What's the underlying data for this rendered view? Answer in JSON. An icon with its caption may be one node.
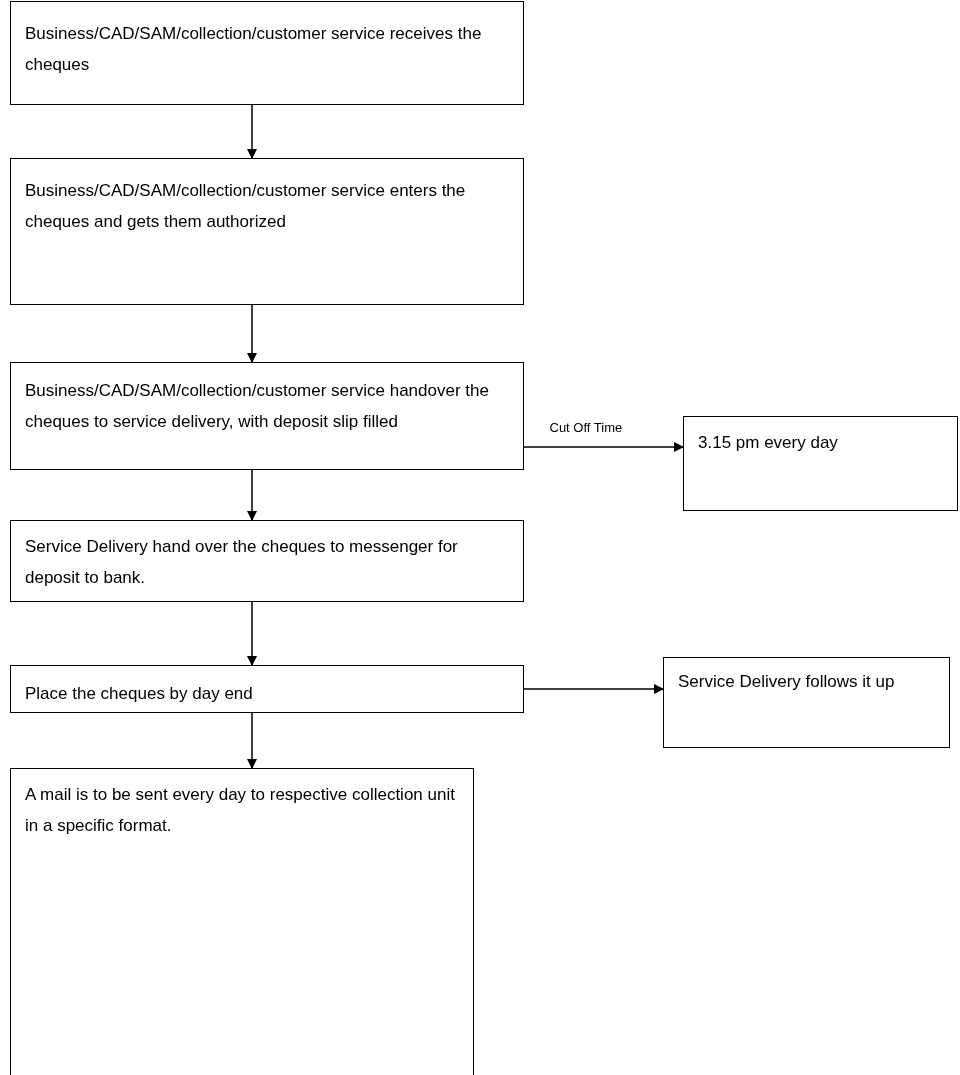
{
  "diagram": {
    "nodes": [
      {
        "text": [
          "Business/CAD/SAM/collection/customer service receives the cheques"
        ]
      },
      {
        "text": [
          "Business/CAD/SAM/collection/customer service enters the cheques and gets them authorized"
        ]
      },
      {
        "text": [
          "Business/CAD/SAM/collection/customer service handover the cheques to service delivery, with deposit slip filled"
        ]
      },
      {
        "text": [
          "3.15 pm every day"
        ]
      },
      {
        "text": [
          "Service Delivery hand over the cheques to messenger for deposit to bank."
        ]
      },
      {
        "text": [
          "Place the cheques by day end"
        ]
      },
      {
        "text": [
          "Service Delivery follows it up"
        ]
      },
      {
        "text": [
          "A mail is to be sent every day to respective collection unit in a specific format."
        ]
      }
    ],
    "edges": [
      {
        "from": 0,
        "to": 1,
        "arrow": "to"
      },
      {
        "from": 1,
        "to": 2,
        "arrow": "to"
      },
      {
        "from": 2,
        "to": 3,
        "arrow": "to",
        "label": "Cut Off Time"
      },
      {
        "from": 2,
        "to": 4,
        "arrow": "to"
      },
      {
        "from": 4,
        "to": 5,
        "arrow": "to"
      },
      {
        "from": 5,
        "to": 6,
        "arrow": "to"
      },
      {
        "from": 5,
        "to": 7,
        "arrow": "to"
      }
    ]
  }
}
